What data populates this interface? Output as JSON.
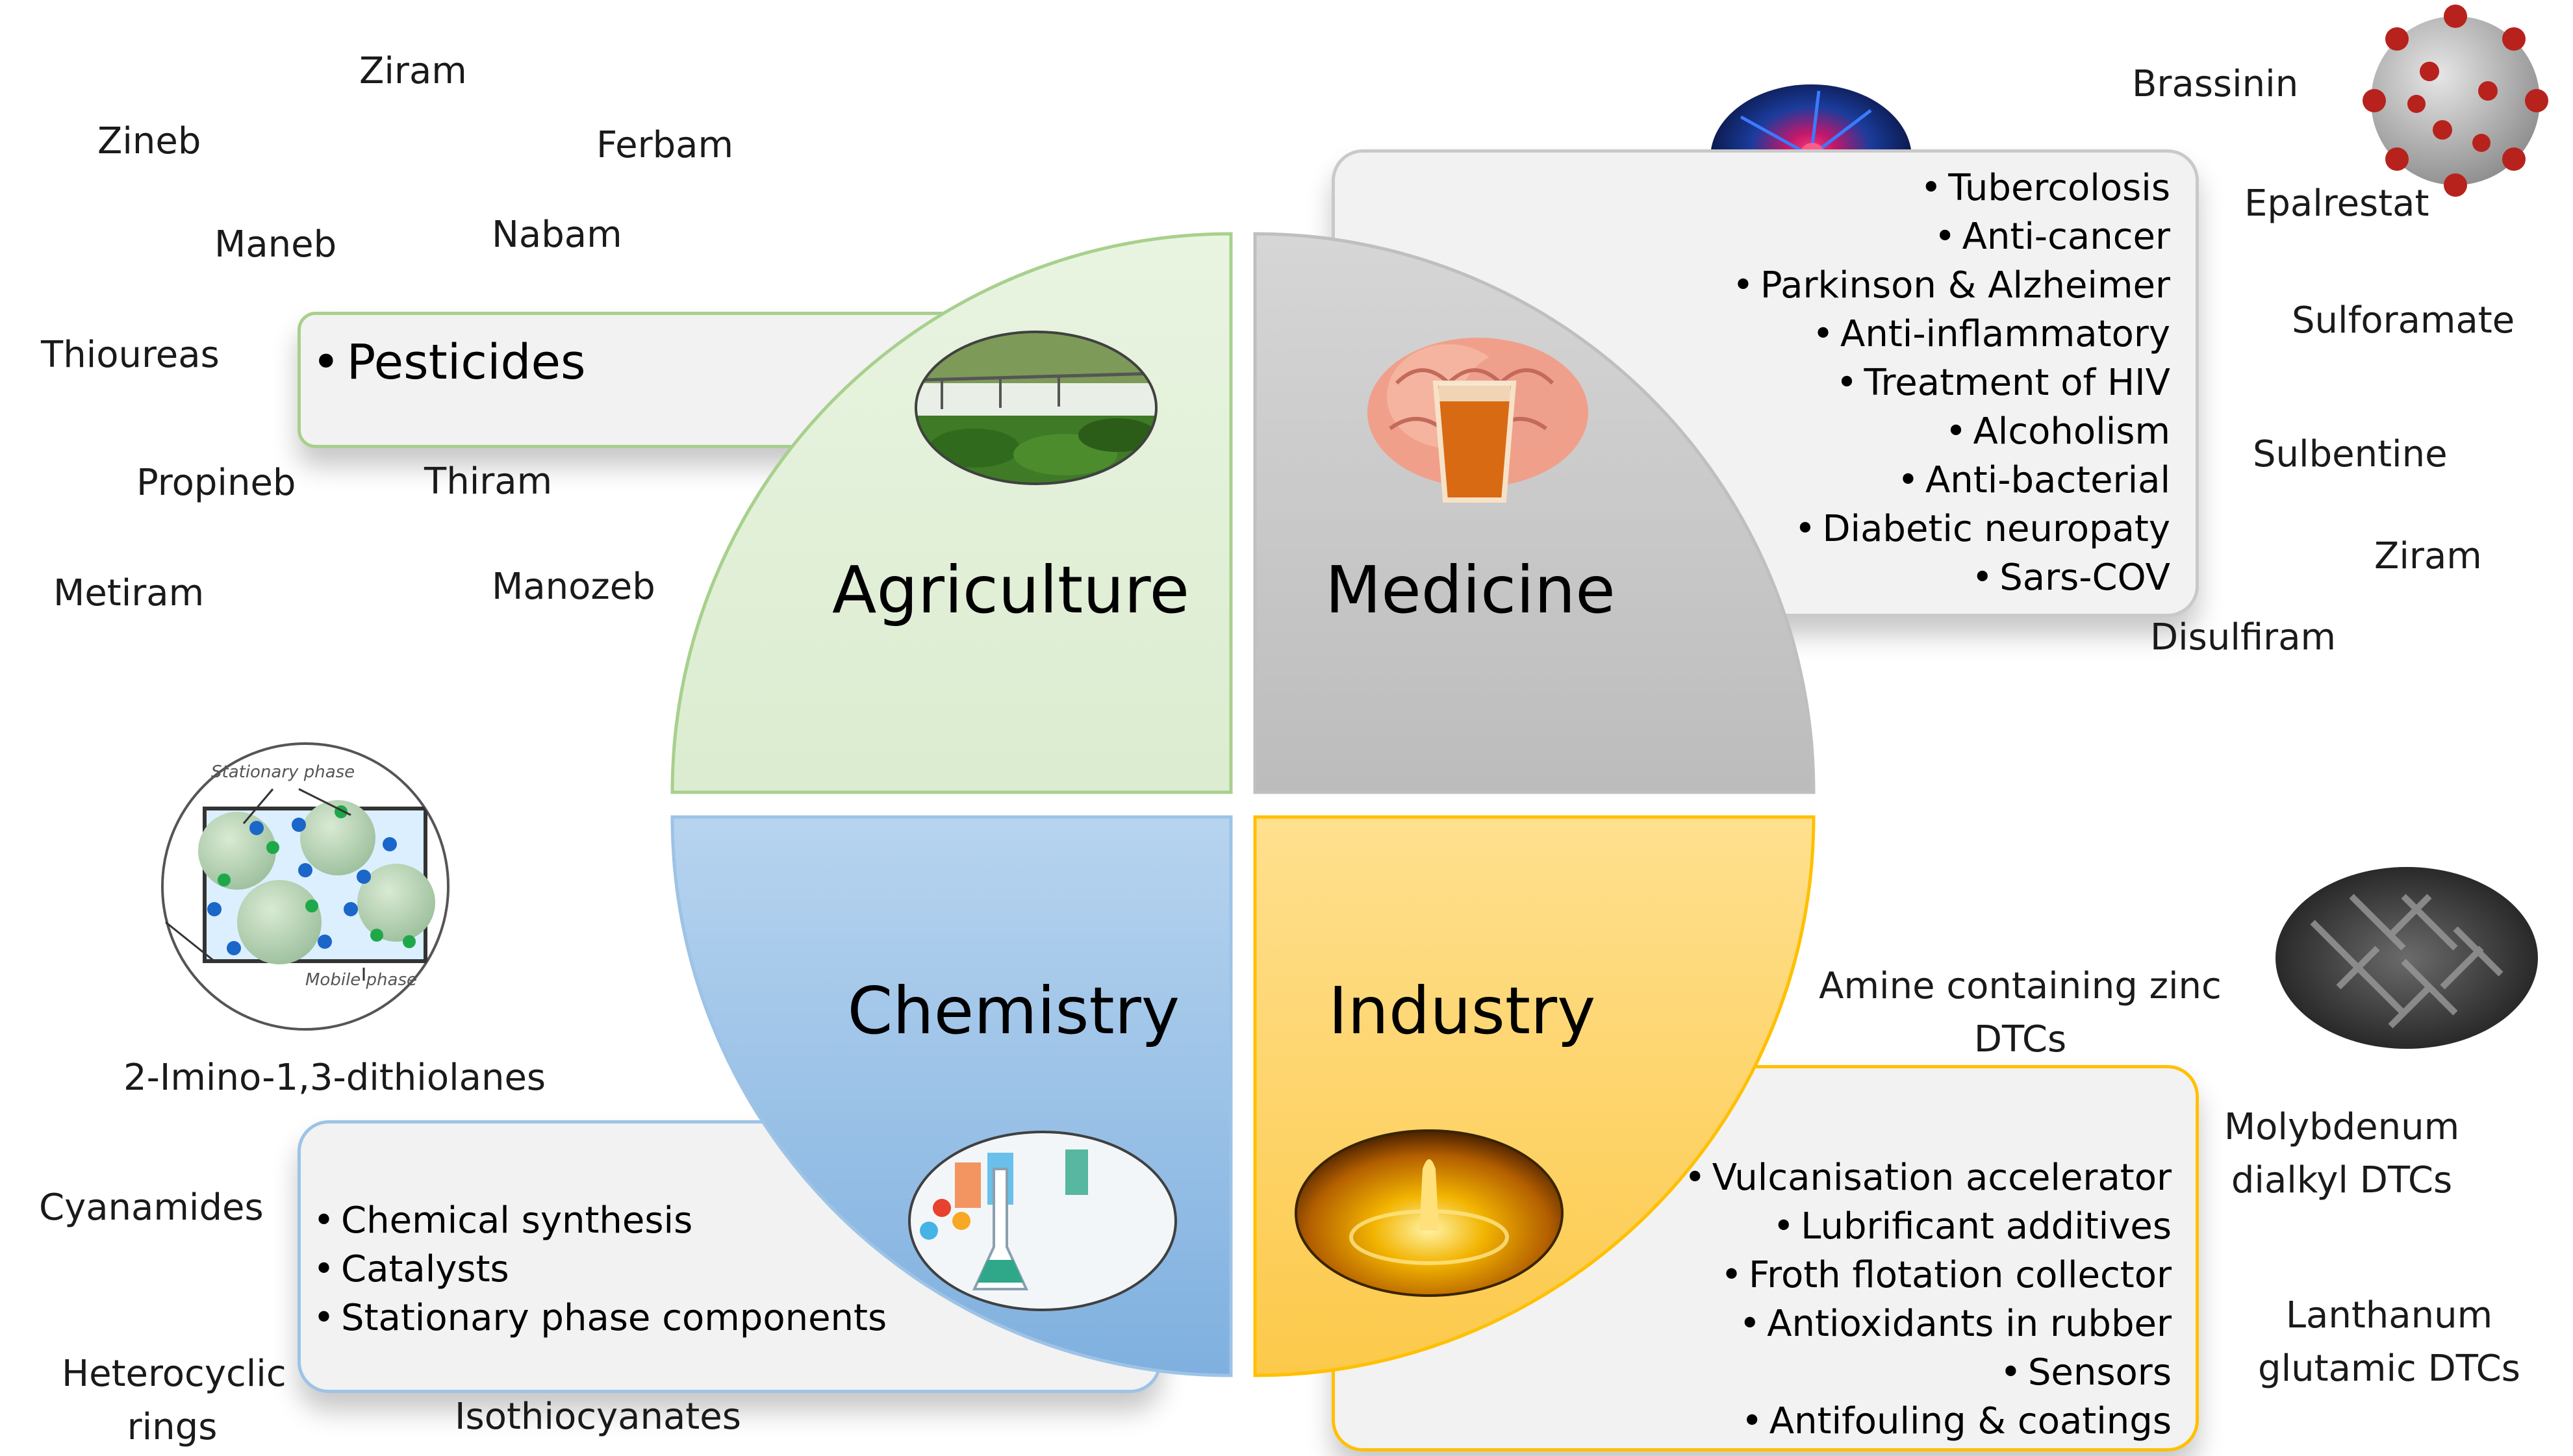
{
  "quadrants": {
    "agriculture": {
      "title": "Agriculture",
      "bullets": [
        "Pesticides"
      ],
      "color": "#e2f0d9",
      "border": "#a8d08d",
      "labels": [
        "Ziram",
        "Zineb",
        "Ferbam",
        "Maneb",
        "Nabam",
        "Thioureas",
        "Propineb",
        "Thiram",
        "Metiram",
        "Manozeb"
      ],
      "image": "crop-spraying-photo"
    },
    "medicine": {
      "title": "Medicine",
      "bullets": [
        "Tubercolosis",
        "Anti-cancer",
        "Parkinson & Alzheimer",
        "Anti-inflammatory",
        "Treatment of HIV",
        "Alcoholism",
        "Anti-bacterial",
        "Diabetic neuropaty",
        "Sars-COV"
      ],
      "color": "#c9c9c9",
      "border": "#bfbfbf",
      "labels": [
        "Brassinin",
        "Epalrestat",
        "Sulforamate",
        "Sulbentine",
        "Ziram",
        "Disulfiram"
      ],
      "images": [
        "neuron-photo",
        "brain-and-glass-photo",
        "coronavirus-illustration"
      ]
    },
    "chemistry": {
      "title": "Chemistry",
      "bullets": [
        "Chemical synthesis",
        "Catalysts",
        "Stationary phase components"
      ],
      "color": "#9dc3e6",
      "border": "#9dc3e6",
      "labels": [
        "2-Imino-1,3-dithiolanes",
        "Cyanamides",
        "Heterocyclic rings",
        "Isothiocyanates"
      ],
      "chromatography_labels": [
        "Stationary phase",
        "Mobile phase"
      ],
      "image": "laboratory-glassware-photo"
    },
    "industry": {
      "title": "Industry",
      "bullets": [
        "Vulcanisation accelerator",
        "Lubrificant additives",
        "Froth flotation collector",
        "Antioxidants in rubber",
        "Sensors",
        "Antifouling & coatings"
      ],
      "color": "#ffd966",
      "border": "#ffc000",
      "labels": [
        "Amine containing zinc DTCs",
        "Molybdenum dialkyl DTCs",
        "Lanthanum glutamic DTCs"
      ],
      "images": [
        "oil-droplet-photo",
        "carbon-fiber-weave-photo"
      ]
    }
  }
}
